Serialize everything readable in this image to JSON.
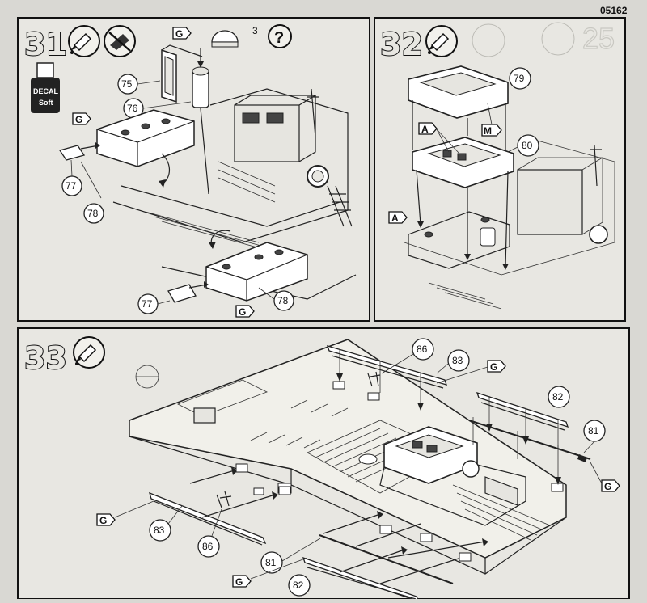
{
  "sheet": {
    "code": "05162"
  },
  "steps": [
    {
      "number": "31",
      "parts": [
        "75",
        "76",
        "77",
        "78",
        "77",
        "78"
      ],
      "tags": [
        "G",
        "G",
        "G"
      ],
      "quantity": "3",
      "decal_label_top": "DECAL",
      "decal_label_bottom": "Soft",
      "help_symbol": "?"
    },
    {
      "number": "32",
      "parts": [
        "79",
        "80"
      ],
      "tags": [
        "A",
        "M",
        "A"
      ]
    },
    {
      "number": "33",
      "parts": [
        "86",
        "83",
        "82",
        "81",
        "83",
        "86",
        "81",
        "82"
      ],
      "tags": [
        "G",
        "G",
        "G",
        "G"
      ]
    }
  ],
  "icons": [
    "glue-tube-icon",
    "no-glue-icon",
    "decal-bottle-icon",
    "question-icon"
  ]
}
